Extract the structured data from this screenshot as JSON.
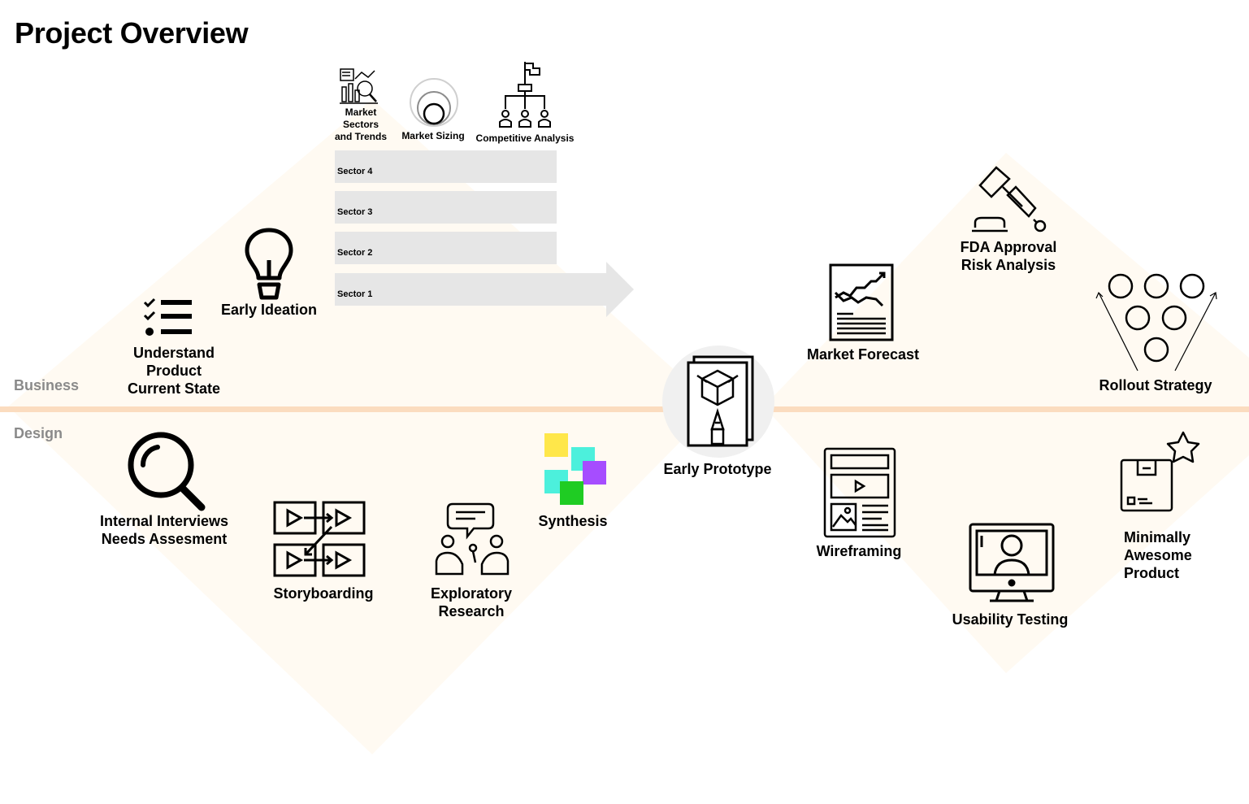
{
  "page": {
    "title": "Project Overview"
  },
  "lanes": {
    "business": "Business",
    "design": "Design"
  },
  "market": {
    "sectors_trends": [
      "Market",
      "Sectors",
      "and Trends"
    ],
    "sizing": "Market Sizing",
    "competitive": "Competitive Analysis"
  },
  "sectors": [
    "Sector 4",
    "Sector 3",
    "Sector 2",
    "Sector 1"
  ],
  "business_steps": {
    "understand": [
      "Understand",
      "Product",
      "Current State"
    ],
    "ideation": "Early Ideation",
    "forecast": "Market Forecast",
    "fda": [
      "FDA Approval",
      "Risk Analysis"
    ],
    "rollout": "Rollout Strategy"
  },
  "center": {
    "prototype": "Early Prototype"
  },
  "design_steps": {
    "interviews": [
      "Internal Interviews",
      "Needs Assesment"
    ],
    "storyboarding": "Storyboarding",
    "research": [
      "Exploratory",
      "Research"
    ],
    "synthesis": "Synthesis",
    "wireframing": "Wireframing",
    "usability": "Usability Testing",
    "map": [
      "Minimally",
      "Awesome",
      "Product"
    ]
  },
  "colors": {
    "diamond_fill": "#fffaf2",
    "divider": "#fbdcbf",
    "sector_fill": "#e6e6e6",
    "sticky_yellow": "#ffe74a",
    "sticky_cyan": "#4cf0dc",
    "sticky_purple": "#a64dff",
    "sticky_green": "#1fcc23"
  }
}
